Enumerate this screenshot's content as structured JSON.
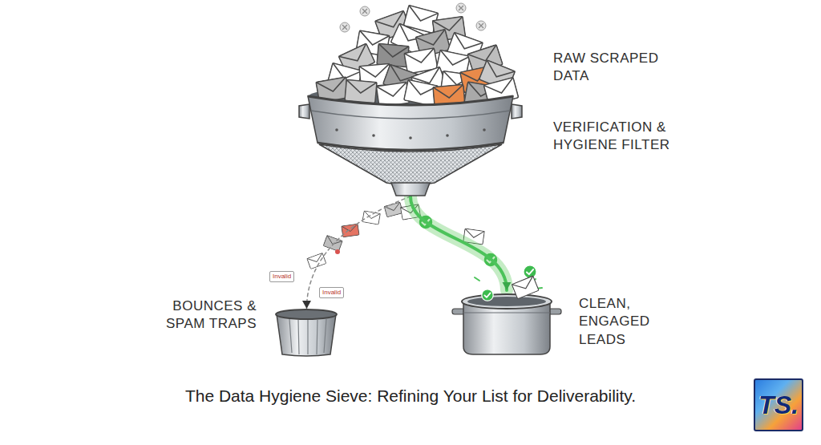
{
  "diagram": {
    "caption": "The Data Hygiene Sieve: Refining Your List for Deliverability.",
    "nodes": [
      {
        "text": [
          "RAW SCRAPED DATA",
          "VERIFICATION & HYGIENE FILTER"
        ]
      },
      {
        "text": [
          "BOUNCES & SPAM TRAPS"
        ]
      },
      {
        "text": [
          "CLEAN, ENGAGED LEADS"
        ]
      }
    ],
    "edges": [
      {
        "from": 0,
        "to": 1,
        "arrow": "to"
      },
      {
        "from": 0,
        "to": 2,
        "arrow": "to"
      }
    ],
    "labels": [
      "Invalid",
      "Invalid",
      "TS."
    ]
  }
}
